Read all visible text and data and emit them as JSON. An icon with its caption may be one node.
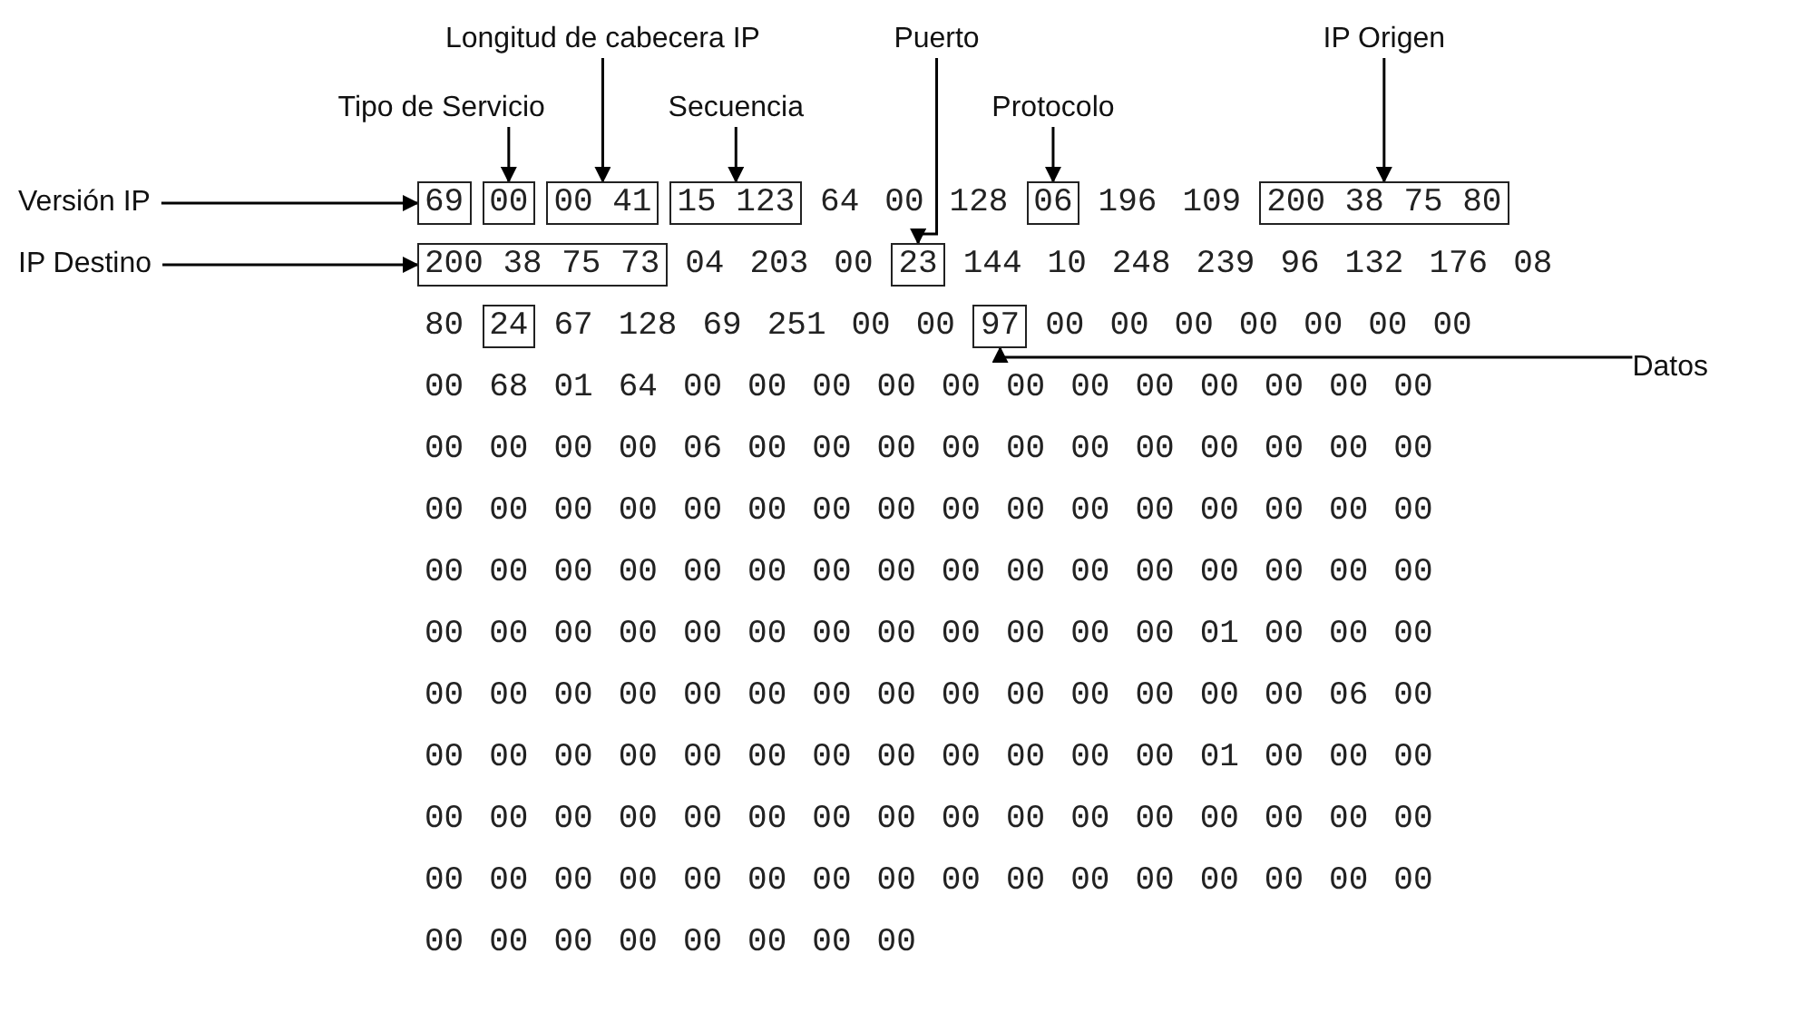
{
  "diagram": {
    "nodes": [
      {
        "text": [
          "Longitud de cabecera IP"
        ]
      },
      {
        "text": [
          "Puerto"
        ]
      },
      {
        "text": [
          "IP Origen"
        ]
      },
      {
        "text": [
          "Tipo de Servicio"
        ]
      },
      {
        "text": [
          "Secuencia"
        ]
      },
      {
        "text": [
          "Protocolo"
        ]
      },
      {
        "text": [
          "Versión IP"
        ]
      },
      {
        "text": [
          "69"
        ]
      },
      {
        "text": [
          "00"
        ]
      },
      {
        "text": [
          "00 41"
        ]
      },
      {
        "text": [
          "15 123"
        ]
      },
      {
        "text": [
          "06"
        ]
      },
      {
        "text": [
          "200 38 75 80"
        ]
      },
      {
        "text": [
          "IP Destino"
        ]
      },
      {
        "text": [
          "200 38 75 73"
        ]
      },
      {
        "text": [
          "23"
        ]
      },
      {
        "text": [
          "24"
        ]
      },
      {
        "text": [
          "97"
        ]
      },
      {
        "text": [
          "Datos"
        ]
      }
    ],
    "edges": [
      {
        "from": 6,
        "to": 7,
        "arrow": "to"
      },
      {
        "from": 3,
        "to": 8,
        "arrow": "to"
      },
      {
        "from": 0,
        "to": 9,
        "arrow": "to"
      },
      {
        "from": 4,
        "to": 10,
        "arrow": "to"
      },
      {
        "from": 1,
        "to": 15,
        "arrow": "to"
      },
      {
        "from": 5,
        "to": 11,
        "arrow": "to"
      },
      {
        "from": 2,
        "to": 12,
        "arrow": "to"
      },
      {
        "from": 13,
        "to": 14,
        "arrow": "to"
      },
      {
        "from": 18,
        "to": 17,
        "arrow": "to"
      }
    ],
    "labels": [
      "64",
      "00",
      "128",
      "196",
      "109",
      "04",
      "203",
      "00",
      "144",
      "10",
      "248",
      "239",
      "96",
      "132",
      "176",
      "08",
      "80",
      "67",
      "128",
      "69",
      "251",
      "00",
      "00",
      "00",
      "00",
      "00",
      "00",
      "00",
      "00",
      "00",
      "00",
      "68",
      "01",
      "64",
      "00",
      "00",
      "00",
      "00",
      "00",
      "00",
      "00",
      "00",
      "00",
      "00",
      "00",
      "00",
      "00",
      "00",
      "00",
      "00",
      "06",
      "00",
      "00",
      "00",
      "00",
      "00",
      "00",
      "00",
      "00",
      "00",
      "00",
      "00",
      "00",
      "00",
      "00",
      "00",
      "00",
      "00",
      "00",
      "00",
      "00",
      "00",
      "00",
      "00",
      "00",
      "00",
      "00",
      "00",
      "00",
      "00",
      "00",
      "00",
      "00",
      "00",
      "00",
      "00",
      "00",
      "00",
      "00",
      "00",
      "00",
      "00",
      "00",
      "00",
      "00",
      "00",
      "00",
      "00",
      "00",
      "00",
      "00",
      "00",
      "00",
      "00",
      "00",
      "00",
      "01",
      "00",
      "00",
      "00",
      "00",
      "00",
      "00",
      "00",
      "00",
      "00",
      "00",
      "00",
      "00",
      "00",
      "00",
      "00",
      "00",
      "00",
      "06",
      "00",
      "00",
      "00",
      "00",
      "00",
      "00",
      "00",
      "00",
      "00",
      "00",
      "00",
      "00",
      "00",
      "01",
      "00",
      "00",
      "00",
      "00",
      "00",
      "00",
      "00",
      "00",
      "00",
      "00",
      "00",
      "00",
      "00",
      "00",
      "00",
      "00",
      "00",
      "00",
      "00",
      "00",
      "00",
      "00",
      "00",
      "00",
      "00",
      "00",
      "00",
      "00",
      "00",
      "00",
      "00",
      "00",
      "00",
      "00",
      "00",
      "00",
      "00",
      "00",
      "00",
      "00",
      "00",
      "00",
      "00"
    ]
  }
}
